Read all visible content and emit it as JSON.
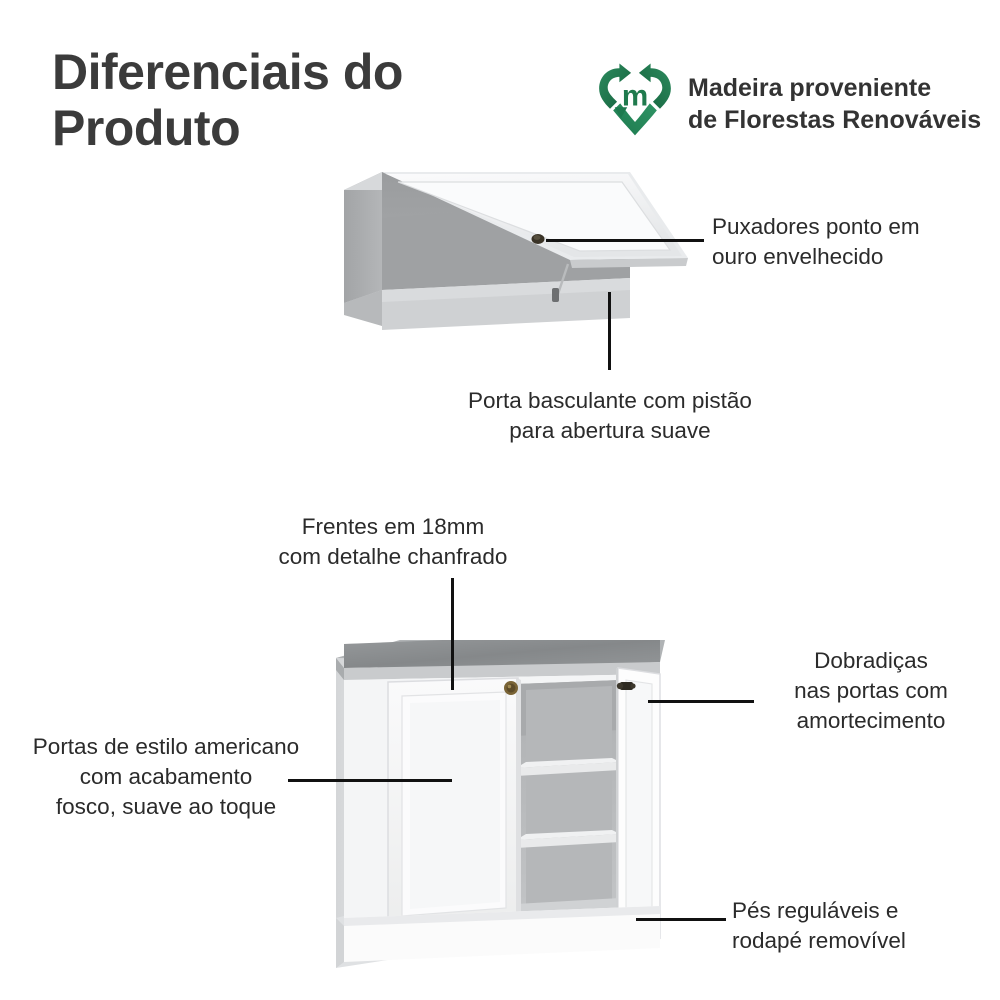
{
  "header": {
    "title": "Diferenciais do\nProduto",
    "eco_badge": {
      "icon": "recycling-heart-icon",
      "text": "Madeira proveniente\nde Florestas Renováveis",
      "logo_letter": "m",
      "color": "#1f7a4d"
    }
  },
  "callouts": {
    "handles": "Puxadores ponto em\nouro envelhecido",
    "tilt_door": "Porta basculante com pistão\npara abertura suave",
    "fronts": "Frentes em 18mm\ncom detalhe chanfrado",
    "hinges": "Dobradiças\nnas portas com\namortecimento",
    "doors": "Portas de estilo americano\ncom acabamento\nfosco, suave ao toque",
    "feet": "Pés reguláveis e\nrodapé removível"
  },
  "illustrations": {
    "upper_cabinet": {
      "name": "wall-cabinet-with-tilt-up-door",
      "body_color": "#f2f2f2",
      "side_color": "#a6a8aa",
      "interior_color": "#9b9d9f",
      "door_color": "#f5f6f7",
      "knob_color": "#3a3327"
    },
    "base_cabinet": {
      "name": "base-cabinet-two-doors",
      "countertop_color": "#8e9193",
      "countertop_edge_color": "#cfd1d2",
      "body_color": "#f4f4f5",
      "side_color": "#dcdddf",
      "interior_color": "#b9bbbd",
      "shelf_color": "#e8e9ea",
      "knob_color": "#7a6436",
      "shelf_count": 2
    }
  },
  "colors": {
    "text_dark": "#3b3b3b",
    "text_body": "#2b2b2b",
    "leader_line": "#111111",
    "background": "#ffffff"
  }
}
